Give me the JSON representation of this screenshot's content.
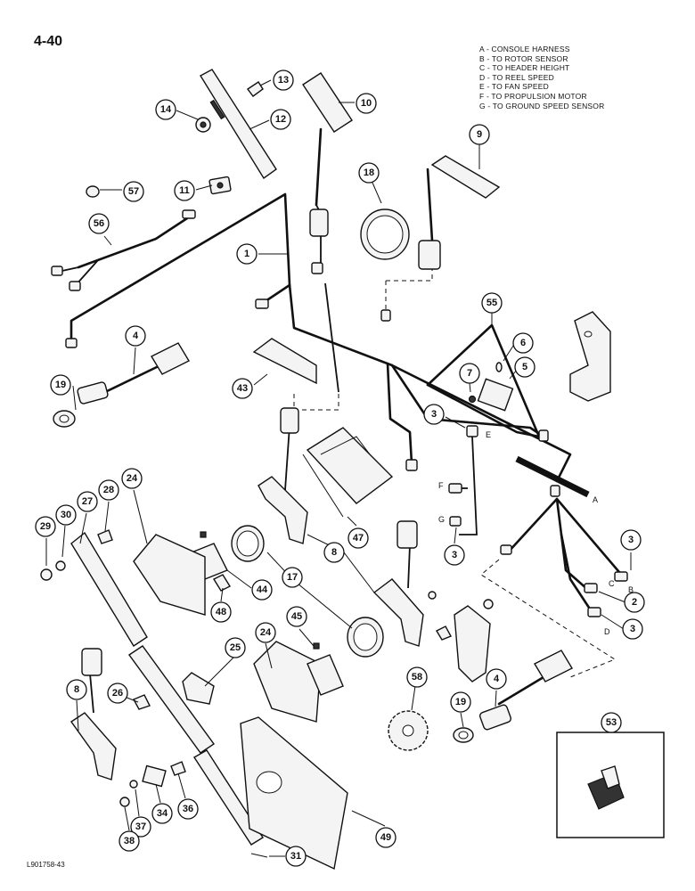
{
  "page_number": "4-40",
  "figure_code": "L901758-43",
  "legend": [
    "A - CONSOLE HARNESS",
    "B - TO ROTOR SENSOR",
    "C - TO HEADER HEIGHT",
    "D - TO REEL SPEED",
    "E - TO FAN SPEED",
    "F - TO PROPULSION MOTOR",
    "G - TO GROUND SPEED SENSOR"
  ],
  "wire_letters": {
    "a": "A",
    "b": "B",
    "c": "C",
    "d": "D",
    "e": "E",
    "f": "F",
    "g": "G"
  },
  "callouts": {
    "c13": "13",
    "c14": "14",
    "c12": "12",
    "c10": "10",
    "c9": "9",
    "c18": "18",
    "c57": "57",
    "c11": "11",
    "c56": "56",
    "c1": "1",
    "c55": "55",
    "c6": "6",
    "c7": "7",
    "c5": "5",
    "c4a": "4",
    "c43": "43",
    "c19a": "19",
    "c3e": "3",
    "c24a": "24",
    "c28": "28",
    "c27": "27",
    "c30": "30",
    "c29": "29",
    "c47": "47",
    "c3b": "3",
    "c2": "2",
    "c3d": "3",
    "c3g": "3",
    "c8a": "8",
    "c17": "17",
    "c44": "44",
    "c48": "48",
    "c25": "25",
    "c24b": "24",
    "c45": "45",
    "c8b": "8",
    "c26": "26",
    "c58": "58",
    "c4b": "4",
    "c19b": "19",
    "c53": "53",
    "c36": "36",
    "c34": "34",
    "c37": "37",
    "c38": "38",
    "c31": "31",
    "c49": "49"
  }
}
